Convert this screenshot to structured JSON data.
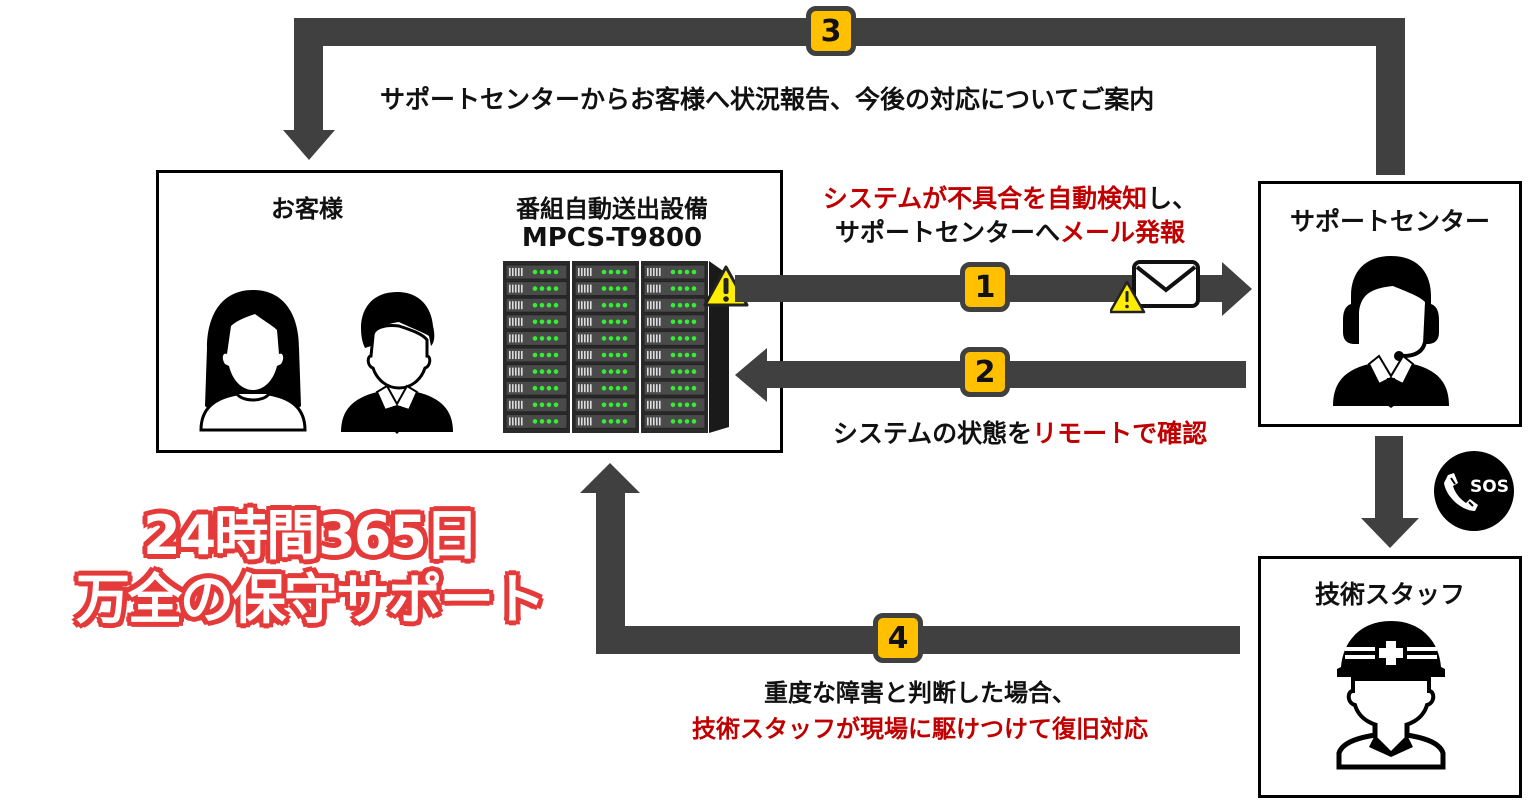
{
  "steps": [
    {
      "number": "1",
      "line1_red": "システムが不具合を自動検知",
      "line1_black": "し、",
      "line2_black": "サポートセンターへ",
      "line2_red": "メール発報"
    },
    {
      "number": "2",
      "black": "システムの状態を",
      "red": "リモートで確認"
    },
    {
      "number": "3",
      "text": "サポートセンターからお客様へ状況報告、今後の対応についてご案内"
    },
    {
      "number": "4",
      "line1": "重度な障害と判断した場合、",
      "line2": "技術スタッフが現場に駆けつけて復旧対応"
    }
  ],
  "customer_box": {
    "customer_label": "お客様",
    "equipment_label": "番組自動送出設備",
    "equipment_model": "MPCS-T9800",
    "icons": [
      "woman-avatar-icon",
      "man-avatar-icon",
      "server-rack-icon",
      "warning-icon"
    ]
  },
  "support_center": {
    "label": "サポートセンター",
    "icon": "headset-operator-icon"
  },
  "tech_staff": {
    "label": "技術スタッフ",
    "icon": "helmet-worker-icon"
  },
  "sos": {
    "text": "SOS",
    "icon": "phone-sos-icon"
  },
  "mail_icon": "envelope-warning-icon",
  "headline": {
    "line1": "24時間365日",
    "line2": "万全の保守サポート"
  },
  "colors": {
    "arrow": "#404040",
    "badge": "#ffc000",
    "emphasis": "#c00000",
    "headline_outline": "#e53a3a"
  }
}
